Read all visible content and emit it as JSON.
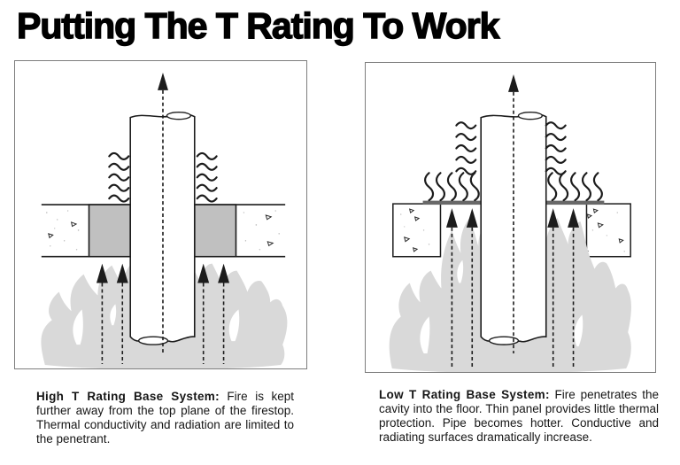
{
  "title": "Putting The T Rating To Work",
  "colors": {
    "background": "#ffffff",
    "text": "#000000",
    "line": "#1c1c1c",
    "frame_border": "#7d7d7d",
    "firestop_gray": "#c0c0c0",
    "thin_panel_gray": "#686868",
    "flame_gray": "#d9d9d9"
  },
  "diagrams": [
    {
      "name": "high-t-rating-diagram",
      "caption_heading": "High T Rating Base System:",
      "caption_body": " Fire is kept further away from the top plane of the firestop. Thermal conductivity and radiation are limited to the penetrant."
    },
    {
      "name": "low-t-rating-diagram",
      "caption_heading": "Low T Rating Base System:",
      "caption_body": " Fire penetrates the cavity into the floor. Thin panel provides little thermal protection. Pipe becomes hotter. Conductive and radiating surfaces dramatically increase."
    }
  ]
}
